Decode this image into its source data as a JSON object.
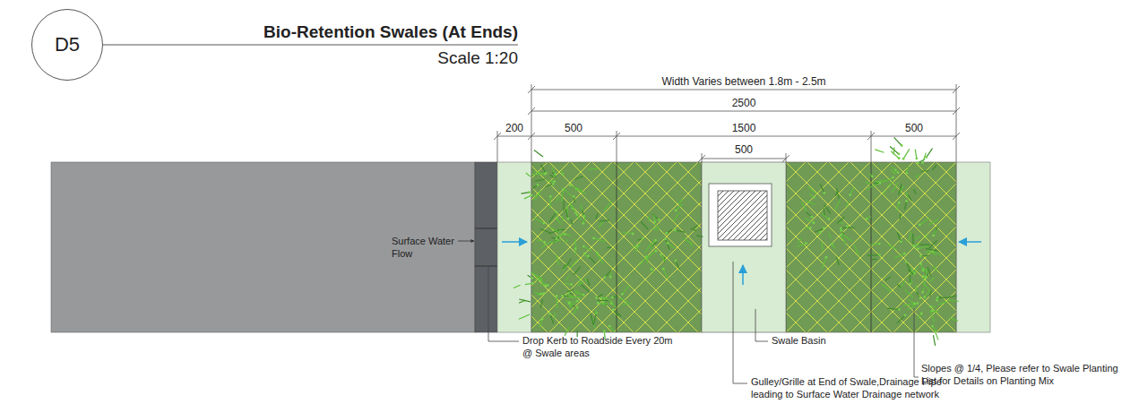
{
  "diagram": {
    "title": "Bio-Retention Swales (At Ends)",
    "nodes": [
      {
        "text": [
          "D5"
        ]
      }
    ],
    "labels": [
      "Scale 1:20",
      "Width Varies between 1.8m - 2.5m",
      "2500",
      "200",
      "500",
      "1500",
      "500",
      "500",
      "Surface Water Flow",
      "Drop Kerb to Roadside Every 20m @ Swale areas",
      "Swale Basin",
      "Gulley/Grille at End of Swale,Drainage Pipe leading to Surface Water Drainage network",
      "Slopes @ 1/4, Please refer to Swale Planting List for Details on Planting Mix"
    ]
  }
}
